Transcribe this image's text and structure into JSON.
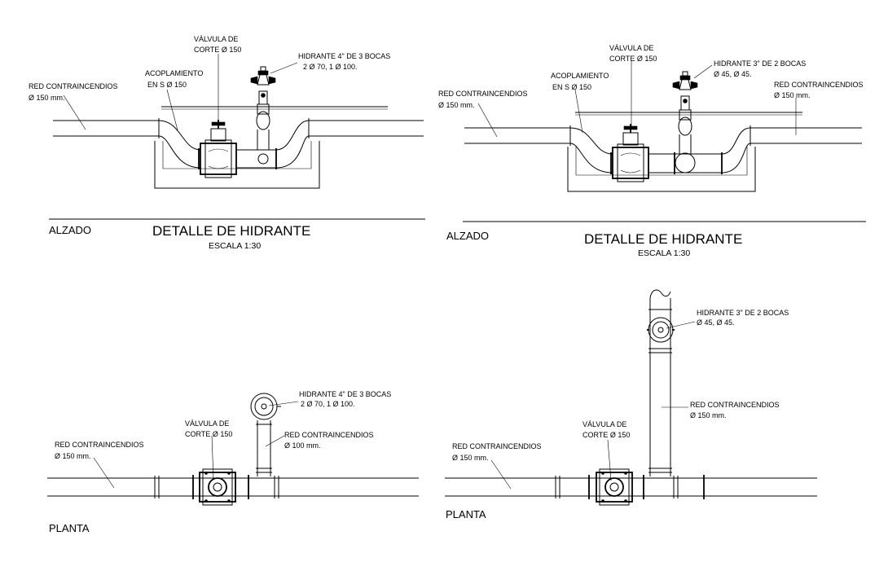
{
  "drawing": {
    "detail_title": "DETALLE DE HIDRANTE",
    "scale": "ESCALA 1:30",
    "views": {
      "elevation": "ALZADO",
      "plan": "PLANTA"
    },
    "labels": {
      "red_line1": "RED CONTRAINCENDIOS",
      "red_150": "Ø 150 mm.",
      "red_100": "Ø 100 mm.",
      "valve_line1": "VÁLVULA DE",
      "valve_line2": "CORTE Ø 150",
      "coupling_line1": "ACOPLAMIENTO",
      "coupling_line2": "EN S Ø 150",
      "hydrant4_line1": "HIDRANTE 4\" DE 3 BOCAS",
      "hydrant4_line2": "2 Ø 70, 1 Ø 100.",
      "hydrant3_line1": "HIDRANTE 3\" DE 2 BOCAS",
      "hydrant3_line2": "Ø 45, Ø 45."
    }
  }
}
